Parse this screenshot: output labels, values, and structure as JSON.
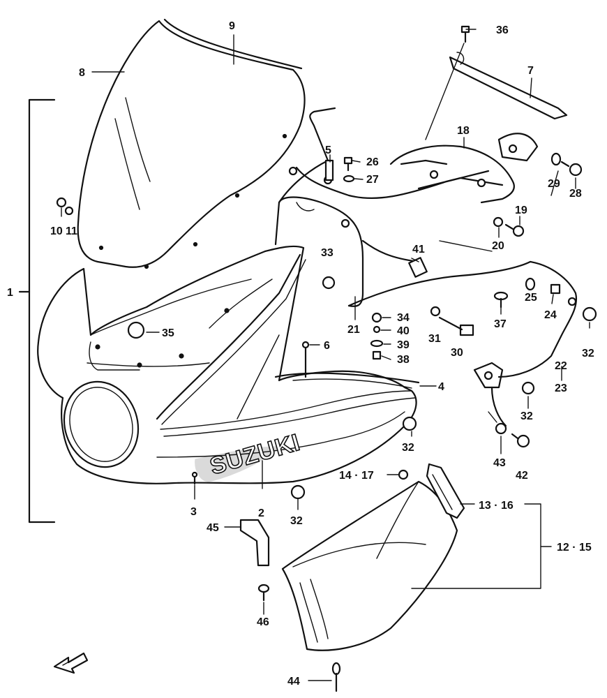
{
  "brand_text": "SUZUKI",
  "labels": [
    "1",
    "2",
    "3",
    "4",
    "5",
    "6",
    "7",
    "8",
    "9",
    "10",
    "11",
    "12 · 15",
    "13 · 16",
    "14 · 17",
    "18",
    "19",
    "20",
    "21",
    "22",
    "23",
    "24",
    "25",
    "26",
    "27",
    "28",
    "29",
    "30",
    "31",
    "32",
    "33",
    "34",
    "35",
    "36",
    "37",
    "38",
    "39",
    "40",
    "41",
    "42",
    "43",
    "44",
    "45",
    "46"
  ],
  "colors": {
    "ink": "#111111",
    "paper": "#ffffff"
  }
}
